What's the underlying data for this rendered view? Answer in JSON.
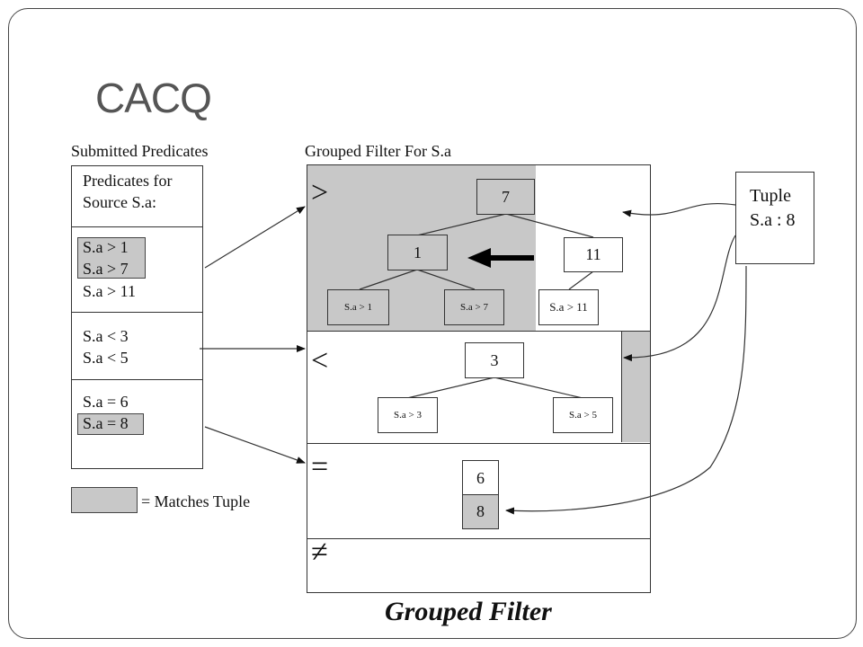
{
  "slide": {
    "title": "CACQ"
  },
  "submitted": {
    "heading": "Submitted Predicates",
    "source_label": [
      "Predicates for",
      "Source S.a:"
    ],
    "groups": [
      [
        "S.a > 1",
        "S.a > 7",
        "S.a > 11"
      ],
      [
        "S.a < 3",
        "S.a < 5"
      ],
      [
        "S.a = 6",
        "S.a = 8"
      ]
    ]
  },
  "legend": {
    "text": "= Matches Tuple"
  },
  "grouped_filter": {
    "heading": "Grouped Filter For S.a",
    "gt": {
      "operator": ">",
      "root": "7",
      "left": "1",
      "right": "11",
      "leaves": [
        "S.a > 1",
        "S.a > 7",
        "S.a > 11"
      ]
    },
    "lt": {
      "operator": "<",
      "root": "3",
      "leaves": [
        "S.a > 3",
        "S.a > 5"
      ]
    },
    "eq": {
      "operator": "=",
      "values": [
        "6",
        "8"
      ]
    },
    "ne": {
      "operator": "≠"
    }
  },
  "tuple": {
    "lines": [
      "Tuple",
      "S.a : 8"
    ]
  },
  "caption": "Grouped  Filter",
  "colors": {
    "match_gray": "#c8c8c8",
    "stroke": "#333333"
  }
}
